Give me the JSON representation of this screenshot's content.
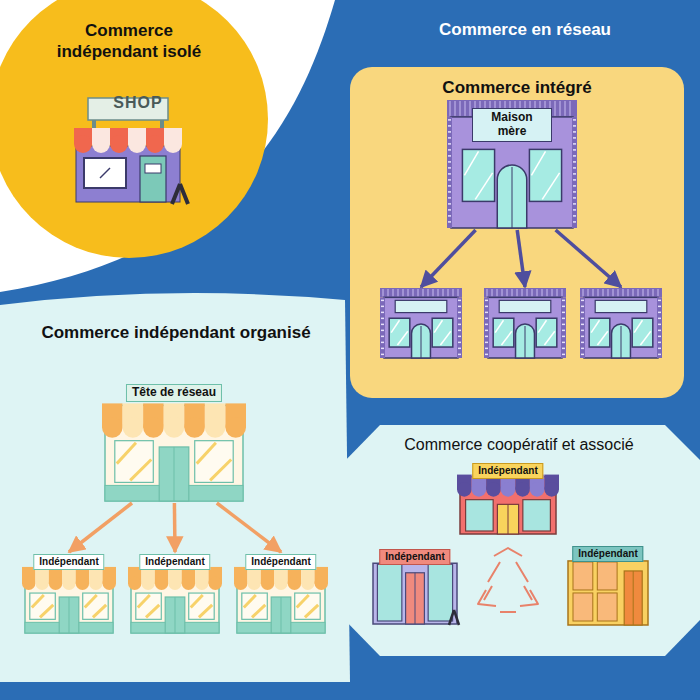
{
  "diagram": {
    "nodes": [
      {
        "text": [
          "Commerce indépendant isolé"
        ]
      },
      {
        "text": [
          "Commerce intégré"
        ]
      },
      {
        "text": [
          "Maison mère"
        ],
        "in": 1
      },
      {
        "text": [],
        "in": 1
      },
      {
        "text": [],
        "in": 1
      },
      {
        "text": [],
        "in": 1
      },
      {
        "text": [
          "Commerce indépendant organisé"
        ]
      },
      {
        "text": [
          "Tête de réseau"
        ],
        "in": 6
      },
      {
        "text": [
          "Indépendant"
        ],
        "in": 6
      },
      {
        "text": [
          "Indépendant"
        ],
        "in": 6
      },
      {
        "text": [
          "Indépendant"
        ],
        "in": 6
      },
      {
        "text": [
          "Commerce coopératif et associé"
        ]
      },
      {
        "text": [
          "Indépendant"
        ],
        "in": 11
      },
      {
        "text": [
          "Indépendant"
        ],
        "in": 11
      },
      {
        "text": [
          "Indépendant"
        ],
        "in": 11
      }
    ],
    "edges": [
      {
        "from": 2,
        "to": 3,
        "arrow": "to"
      },
      {
        "from": 2,
        "to": 4,
        "arrow": "to"
      },
      {
        "from": 2,
        "to": 5,
        "arrow": "to"
      },
      {
        "from": 7,
        "to": 8,
        "arrow": "to"
      },
      {
        "from": 7,
        "to": 9,
        "arrow": "to"
      },
      {
        "from": 7,
        "to": 10,
        "arrow": "to"
      }
    ],
    "labels": [
      "Commerce en réseau",
      "SHOP"
    ]
  }
}
